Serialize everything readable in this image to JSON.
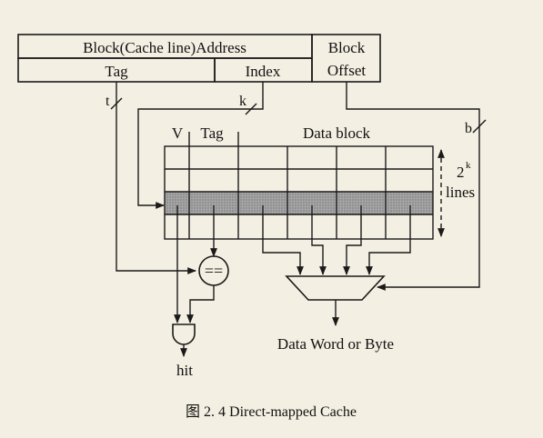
{
  "address": {
    "title": "Block(Cache line)Address",
    "tag": "Tag",
    "index": "Index",
    "offset_line1": "Block",
    "offset_line2": "Offset"
  },
  "widths": {
    "t": "t",
    "k": "k",
    "b": "b"
  },
  "cache": {
    "valid": "V",
    "tag": "Tag",
    "data": "Data block",
    "size_base": "2",
    "size_exp": "k",
    "size_unit": "lines"
  },
  "comparator": "==",
  "output": "Data Word or Byte",
  "hit": "hit",
  "caption": "图 2. 4    Direct-mapped Cache",
  "colors": {
    "background": "#f3efe2",
    "selected_row": "#9a9a9a",
    "stroke": "#1a1a1a"
  }
}
